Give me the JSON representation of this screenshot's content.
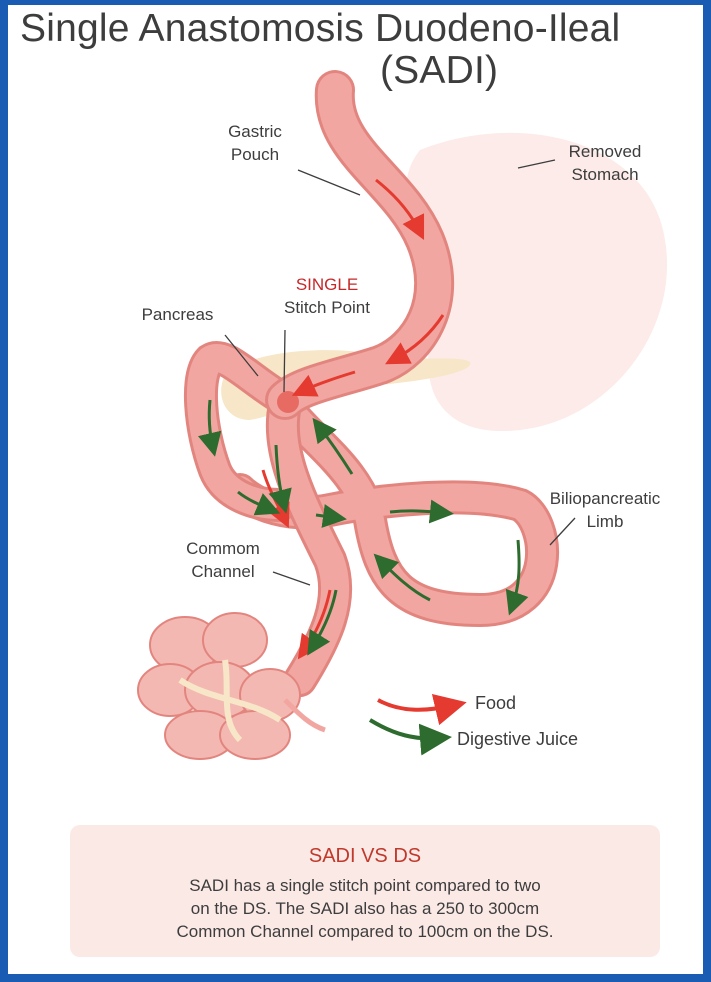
{
  "title": {
    "line1": "Single Anastomosis Duodeno-Ileal",
    "line2": "(SADI)"
  },
  "labels": {
    "gastric_pouch": [
      "Gastric",
      "Pouch"
    ],
    "removed_stomach": [
      "Removed",
      "Stomach"
    ],
    "single": "SINGLE",
    "stitch_point": "Stitch Point",
    "pancreas": "Pancreas",
    "biliopancreatic": [
      "Biliopancreatic",
      "Limb"
    ],
    "common_channel": [
      "Commom",
      "Channel"
    ]
  },
  "legend": {
    "food": "Food",
    "juice": "Digestive Juice"
  },
  "compare": {
    "title": "SADI VS DS",
    "lines": [
      "SADI has a single stitch point compared to two",
      "on the DS. The SADI also has a 250 to 300cm",
      "Common Channel compared to 100cm on the DS."
    ]
  },
  "colors": {
    "background": "#1a5cb3",
    "intestine": "#f2a6a1",
    "intestine_edge": "#e3857f",
    "food_arrow": "#e53a2f",
    "juice_arrow": "#2e6b2e",
    "accent_text": "#c62828"
  }
}
